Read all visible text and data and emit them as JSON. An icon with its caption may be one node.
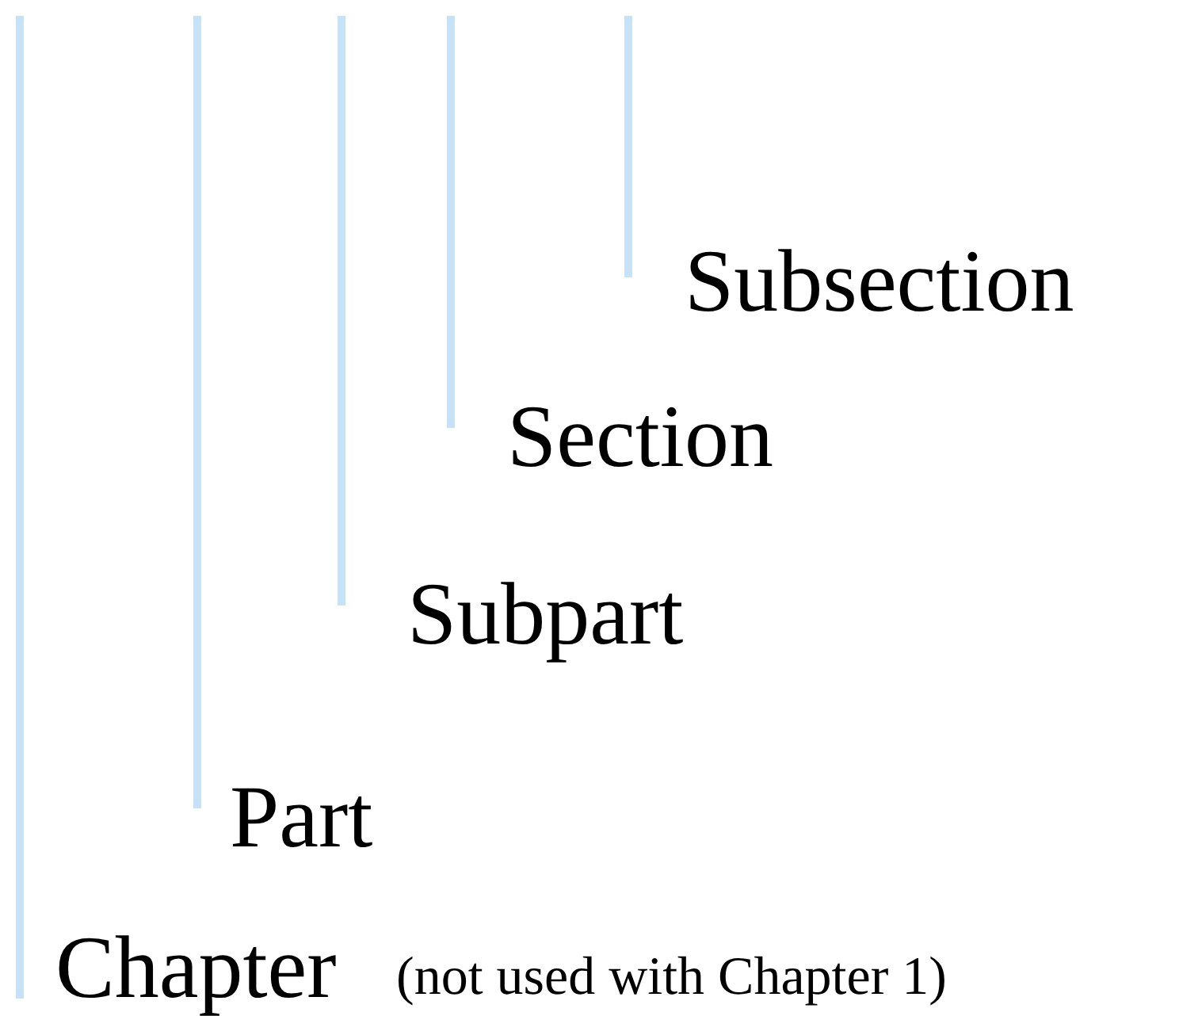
{
  "diagram": {
    "labels": [
      "Subsection",
      "Section",
      "Subpart",
      "Part",
      "Chapter",
      "(not used with Chapter 1)"
    ]
  }
}
